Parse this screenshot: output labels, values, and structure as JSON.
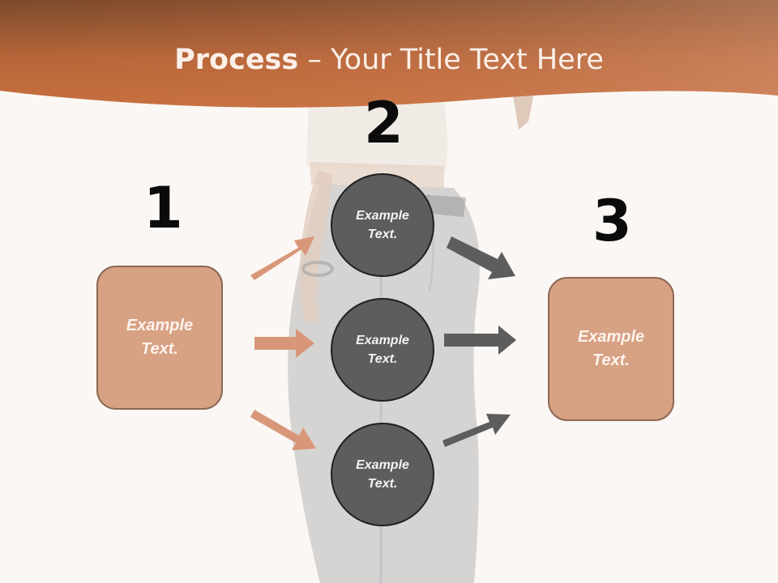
{
  "title": {
    "bold": "Process",
    "rest": " – Your Title Text Here"
  },
  "steps": [
    {
      "number": "1",
      "text": "Example\nText."
    },
    {
      "number": "2",
      "text": "Example\nText."
    },
    {
      "number": "3",
      "text": "Example\nText."
    }
  ],
  "circles": [
    {
      "text": "Example\nText."
    },
    {
      "text": "Example\nText."
    },
    {
      "text": "Example\nText."
    }
  ],
  "colors": {
    "header_dark": "#7c4a2c",
    "header_mid": "#c2683a",
    "box_fill": "#d7a184",
    "box_border": "#8d6853",
    "circle_fill": "#5d5d5e",
    "arrow_left": "#d9977a",
    "arrow_right": "#5d5d5e",
    "background": "#fbf7f4"
  }
}
